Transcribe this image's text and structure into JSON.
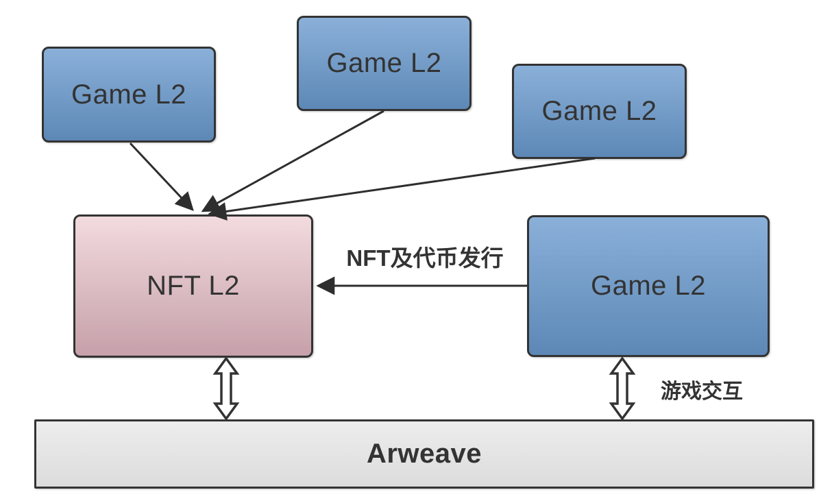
{
  "diagram": {
    "nodes": {
      "game_top_left": {
        "label": "Game L2"
      },
      "game_top_mid": {
        "label": "Game L2"
      },
      "game_top_right": {
        "label": "Game L2"
      },
      "nft": {
        "label": "NFT L2"
      },
      "game_right": {
        "label": "Game L2"
      },
      "arweave": {
        "label": "Arweave"
      }
    },
    "edge_labels": {
      "nft_token_issue": "NFT及代币发行",
      "game_interaction": "游戏交互"
    },
    "colors": {
      "game_box_gradient_top": "#8ab0d9",
      "game_box_gradient_bottom": "#5d88b6",
      "nft_box_gradient_top": "#f2dbde",
      "nft_box_gradient_bottom": "#c6a0aa",
      "arweave_bar_top": "#ededed",
      "arweave_bar_bottom": "#dcdcdc",
      "border": "#333333",
      "arrow": "#2e2e2e",
      "text": "#333333",
      "background": "#ffffff"
    }
  }
}
